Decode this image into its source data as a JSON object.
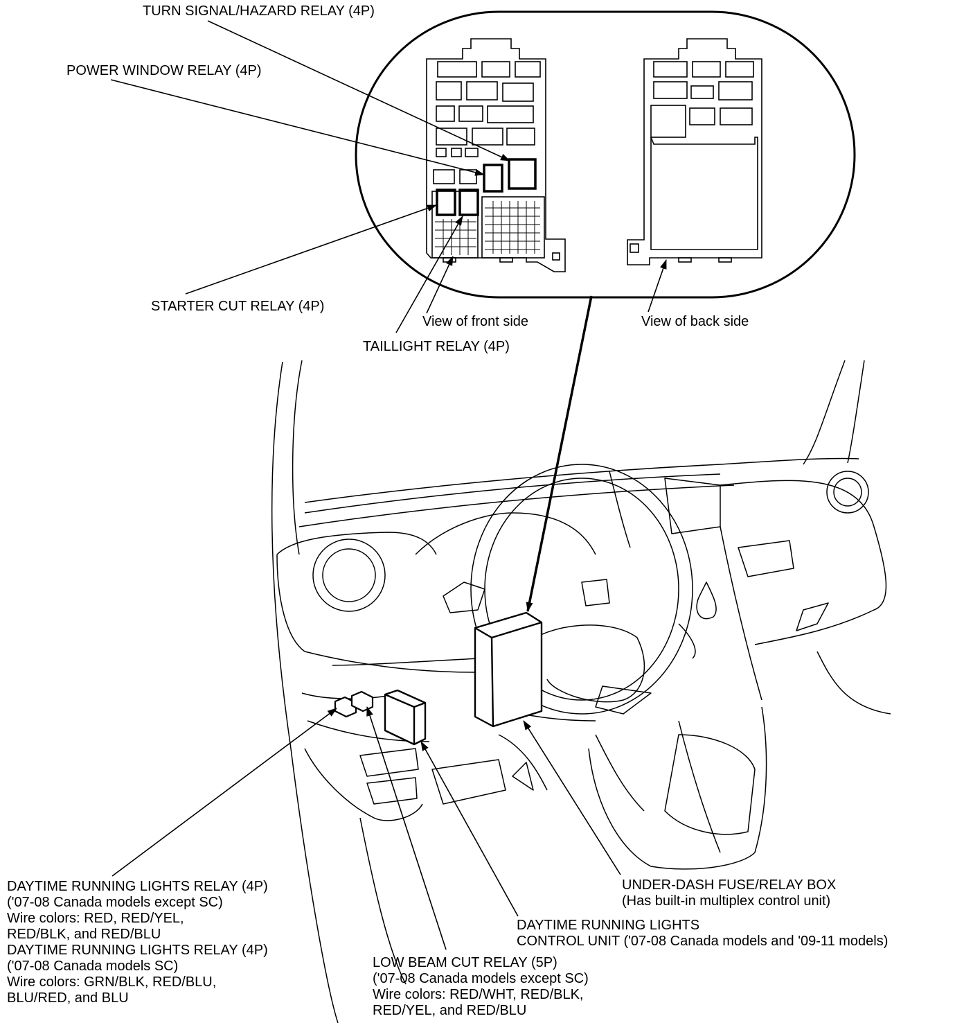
{
  "callouts": {
    "turn_signal": "TURN SIGNAL/HAZARD RELAY (4P)",
    "power_window": "POWER WINDOW RELAY (4P)",
    "starter_cut": "STARTER CUT RELAY (4P)",
    "front_view": "View of front side",
    "taillight": "TAILLIGHT RELAY (4P)",
    "back_view": "View of back side",
    "drl_relay": [
      "DAYTIME RUNNING LIGHTS RELAY (4P)",
      "('07-08 Canada models except SC)",
      "Wire colors: RED, RED/YEL,",
      "RED/BLK, and RED/BLU",
      "DAYTIME RUNNING LIGHTS RELAY (4P)",
      "('07-08 Canada models SC)",
      "Wire colors: GRN/BLK, RED/BLU,",
      "BLU/RED, and BLU"
    ],
    "low_beam": [
      "LOW BEAM CUT RELAY (5P)",
      "('07-08 Canada models except SC)",
      "Wire colors: RED/WHT, RED/BLK,",
      "RED/YEL, and RED/BLU"
    ],
    "drl_control": [
      "DAYTIME RUNNING LIGHTS",
      "CONTROL UNIT ('07-08 Canada models and '09-11 models)"
    ],
    "fuse_box": [
      "UNDER-DASH FUSE/RELAY BOX",
      "(Has built-in multiplex control unit)"
    ]
  },
  "style": {
    "line_color": "#000000",
    "background": "#ffffff"
  }
}
